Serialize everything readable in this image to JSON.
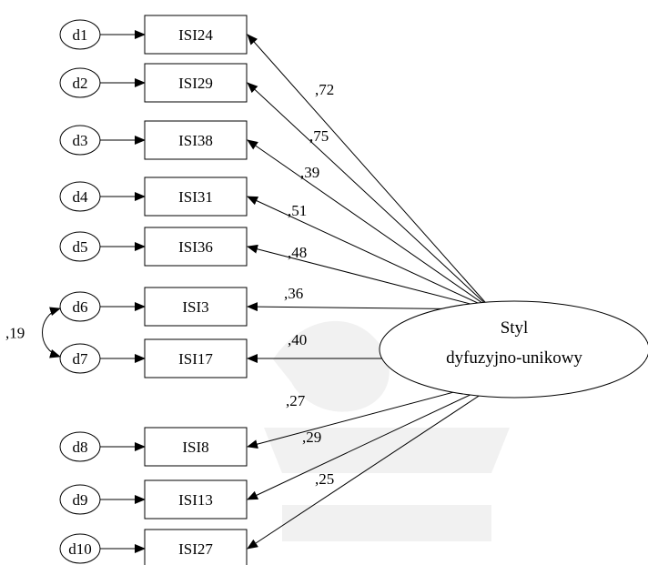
{
  "diagram": {
    "latent": {
      "line1": "Styl",
      "line2": "dyfuzyjno-unikowy"
    },
    "rows": [
      {
        "error": "d1",
        "item": "ISI24",
        "loading": ",72"
      },
      {
        "error": "d2",
        "item": "ISI29",
        "loading": ",75"
      },
      {
        "error": "d3",
        "item": "ISI38",
        "loading": ",39"
      },
      {
        "error": "d4",
        "item": "ISI31",
        "loading": ",51"
      },
      {
        "error": "d5",
        "item": "ISI36",
        "loading": ",48"
      },
      {
        "error": "d6",
        "item": "ISI3",
        "loading": ",36"
      },
      {
        "error": "d7",
        "item": "ISI17",
        "loading": ",40"
      },
      {
        "error": "d8",
        "item": "ISI8",
        "loading": ",27"
      },
      {
        "error": "d9",
        "item": "ISI13",
        "loading": ",29"
      },
      {
        "error": "d10",
        "item": "ISI27",
        "loading": ",25"
      }
    ],
    "covariance": {
      "between": [
        "d6",
        "d7"
      ],
      "label": ",19"
    }
  }
}
